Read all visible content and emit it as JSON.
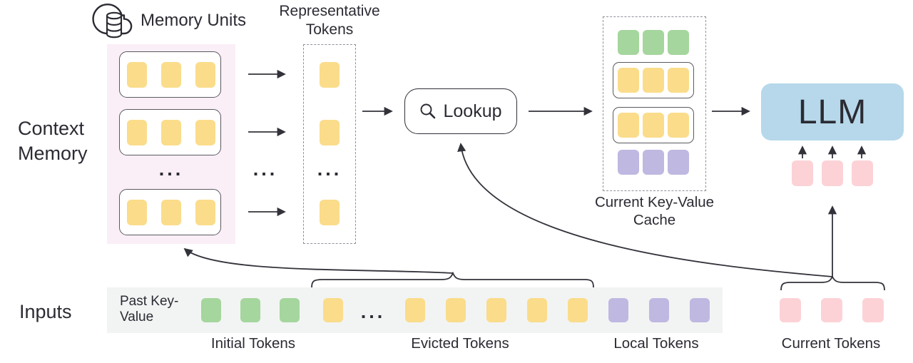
{
  "colors": {
    "text": "#2b2b33",
    "line": "#32323a",
    "yellow": "#fadc8a",
    "green": "#a5d69d",
    "purple": "#bfb8e1",
    "pink": "#fcd2d6",
    "blue": "#b6d8ea",
    "panel_bg": "#faeef7",
    "strip_bg": "#f2f4f3"
  },
  "memory": {
    "units_label": "Memory Units",
    "panel_label": "Context Memory",
    "ellipsis": "...",
    "units": [
      {
        "count": 3,
        "color": "yellow"
      },
      {
        "count": 3,
        "color": "yellow"
      },
      {
        "count": 3,
        "color": "yellow"
      }
    ]
  },
  "representative": {
    "title": "Representative Tokens",
    "tokens": [
      {
        "count": 1,
        "color": "yellow"
      },
      {
        "count": 1,
        "color": "yellow"
      },
      {
        "count": 1,
        "color": "yellow"
      }
    ]
  },
  "lookup": {
    "label": "Lookup"
  },
  "cache": {
    "label": "Current Key-Value Cache",
    "rows": {
      "initial": {
        "count": 3,
        "color": "green"
      },
      "mem1": {
        "count": 3,
        "color": "yellow"
      },
      "mem2": {
        "count": 3,
        "color": "yellow"
      },
      "local": {
        "count": 3,
        "color": "purple"
      }
    }
  },
  "llm": {
    "label": "LLM",
    "input_tokens": {
      "count": 3,
      "color": "pink"
    }
  },
  "inputs": {
    "label": "Inputs",
    "past_kv_label": "Past Key-Value",
    "ellipsis": "...",
    "groups": {
      "initial": {
        "count": 3,
        "color": "green"
      },
      "evicted_head": {
        "count": 1,
        "color": "yellow"
      },
      "evicted_tail": {
        "count": 5,
        "color": "yellow"
      },
      "local": {
        "count": 3,
        "color": "purple"
      },
      "current": {
        "count": 3,
        "color": "pink"
      }
    },
    "captions": {
      "initial": "Initial Tokens",
      "evicted": "Evicted Tokens",
      "local": "Local Tokens",
      "current": "Current Tokens"
    }
  }
}
